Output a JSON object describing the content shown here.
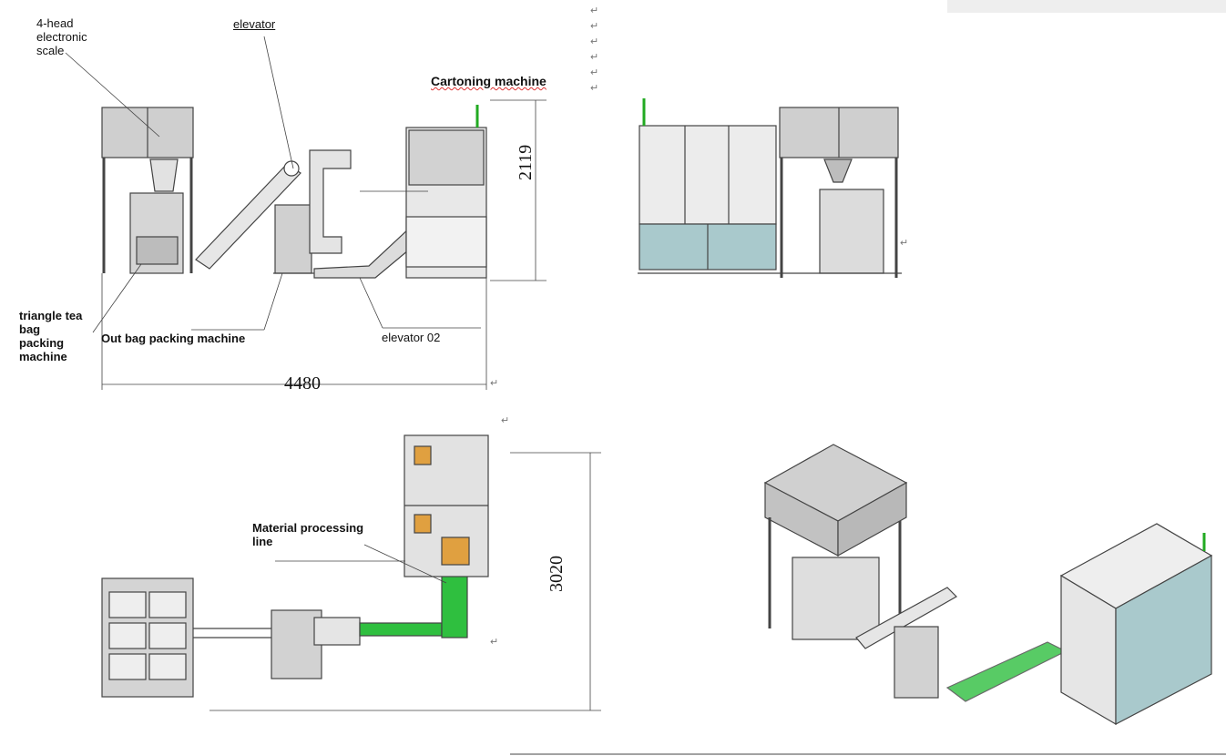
{
  "labels": {
    "scale": "4-head\nelectronic\nscale",
    "elevator": "elevator",
    "cartoning": "Cartoning machine",
    "triangle": "triangle tea\nbag\npacking\nmachine",
    "outbag": "Out bag packing machine",
    "elevator02": "elevator 02",
    "material": "Material processing\nline"
  },
  "dimensions": {
    "height_mm": "2119",
    "length_mm": "4480",
    "depth_mm": "3020"
  },
  "marks": {
    "return": "↵"
  },
  "colors": {
    "line": "#555555",
    "machine_fill": "#c8c8c8",
    "panel_teal": "#a9c9cc",
    "conveyor_green": "#2fbf3f",
    "accent_orange": "#e0a040"
  }
}
